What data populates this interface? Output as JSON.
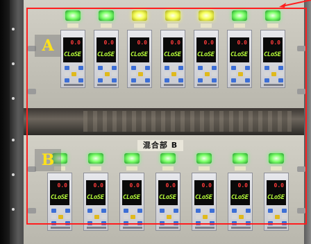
{
  "overlay": {
    "zone_labels": [
      "A",
      "B"
    ],
    "box_color": "#ff1e1e",
    "label_color": "#ffe21a"
  },
  "panel_b": {
    "nameplate": "混合部 B"
  },
  "row_a": {
    "lamp_colors": [
      "green",
      "green",
      "yellow",
      "yellow",
      "yellow",
      "green",
      "green"
    ],
    "controllers": [
      {
        "setpoint": "0.0",
        "status": "CLoSE"
      },
      {
        "setpoint": "0.0",
        "status": "CLoSE"
      },
      {
        "setpoint": "0.0",
        "status": "CLoSE"
      },
      {
        "setpoint": "0.0",
        "status": "CLoSE"
      },
      {
        "setpoint": "0.0",
        "status": "CLoSE"
      },
      {
        "setpoint": "0.0",
        "status": "CLoSE"
      },
      {
        "setpoint": "0.0",
        "status": "CLoSE"
      }
    ]
  },
  "row_b": {
    "lamp_colors": [
      "green",
      "green",
      "green",
      "green",
      "green",
      "green",
      "green"
    ],
    "controllers": [
      {
        "setpoint": "0.0",
        "status": "CLoSE"
      },
      {
        "setpoint": "0.0",
        "status": "CLoSE"
      },
      {
        "setpoint": "0.0",
        "status": "CLoSE"
      },
      {
        "setpoint": "0.0",
        "status": "CLoSE"
      },
      {
        "setpoint": "0.0",
        "status": "CLoSE"
      },
      {
        "setpoint": "0.0",
        "status": "CLoSE"
      },
      {
        "setpoint": "0.0",
        "status": "CLoSE"
      }
    ]
  },
  "colors": {
    "display_red": "#ff3b3b",
    "display_green": "#b8ff3a",
    "lamp_green": "#7dff6a",
    "lamp_yellow": "#f6ff5a"
  }
}
